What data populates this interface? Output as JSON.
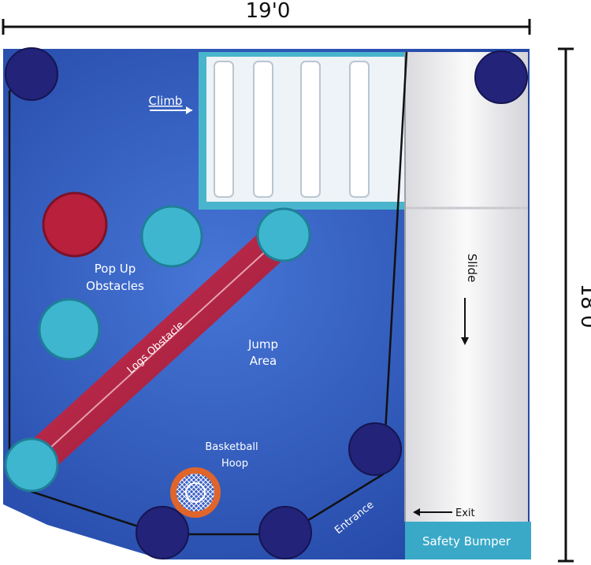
{
  "dimensions": {
    "width": "19'0",
    "depth": "18'0"
  },
  "labels": {
    "climb": "Climb",
    "pop_up_line1": "Pop Up",
    "pop_up_line2": "Obstacles",
    "logs": "Logs Obstacle",
    "jump_line1": "Jump",
    "jump_line2": "Area",
    "basketball_line1": "Basketball",
    "basketball_line2": "Hoop",
    "slide": "Slide",
    "exit": "Exit",
    "entrance": "Entrance",
    "safety_bumper": "Safety Bumper"
  },
  "colors": {
    "floor": "#2b54b4",
    "floor_light": "#3f6fd0",
    "post": "#23237a",
    "popup_red": "#b8203c",
    "popup_cyan": "#3fb6cf",
    "log": "#b82244",
    "slide_white": "#ececef",
    "bumper": "#3aa9c8",
    "hoop_ring": "#e0652a"
  }
}
